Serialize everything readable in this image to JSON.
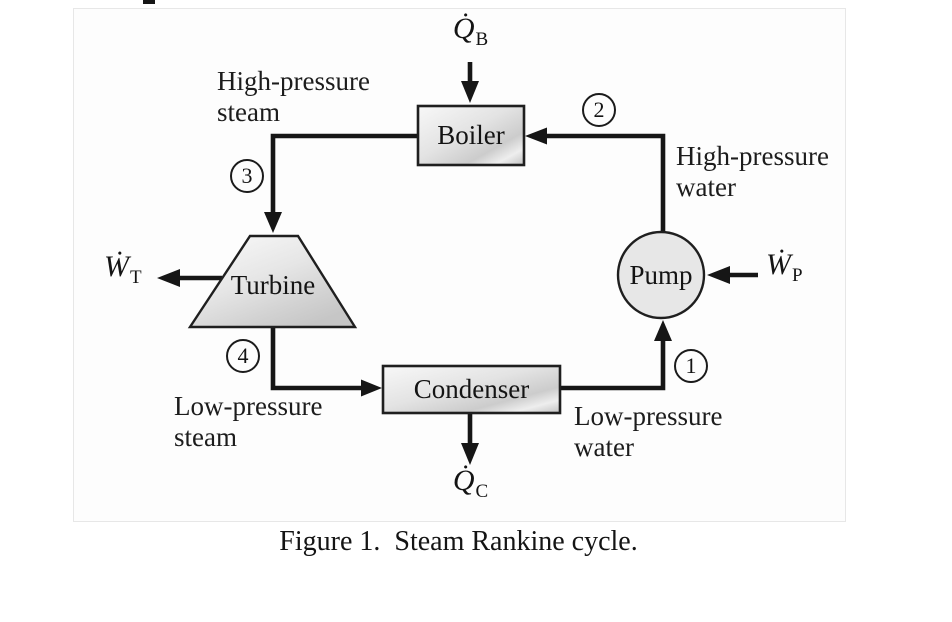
{
  "figure": {
    "caption": "Figure 1.  Steam Rankine cycle."
  },
  "components": {
    "boiler": {
      "label": "Boiler"
    },
    "turbine": {
      "label": "Turbine"
    },
    "condenser": {
      "label": "Condenser"
    },
    "pump": {
      "label": "Pump"
    }
  },
  "states": {
    "s1": {
      "label": "1"
    },
    "s2": {
      "label": "2"
    },
    "s3": {
      "label": "3"
    },
    "s4": {
      "label": "4"
    }
  },
  "streams": {
    "high_pressure_steam": {
      "line1": "High-pressure",
      "line2": "steam"
    },
    "high_pressure_water": {
      "line1": "High-pressure",
      "line2": "water"
    },
    "low_pressure_steam": {
      "line1": "Low-pressure",
      "line2": "steam"
    },
    "low_pressure_water": {
      "line1": "Low-pressure",
      "line2": "water"
    }
  },
  "energy": {
    "boiler_heat": {
      "symbol": "Q̇",
      "subscript": "B"
    },
    "condenser_heat": {
      "symbol": "Q̇",
      "subscript": "C"
    },
    "turbine_work": {
      "symbol": "Ẇ",
      "subscript": "T"
    },
    "pump_work": {
      "symbol": "Ẇ",
      "subscript": "P"
    }
  },
  "colors": {
    "line": "#161616",
    "component_border": "#1f1f1f",
    "metal_light": "#f7f7f7",
    "metal_dark": "#c2c2c2",
    "pump_fill": "#e7e7e7",
    "frame_border": "#e7e7e7",
    "background": "#ffffff"
  }
}
